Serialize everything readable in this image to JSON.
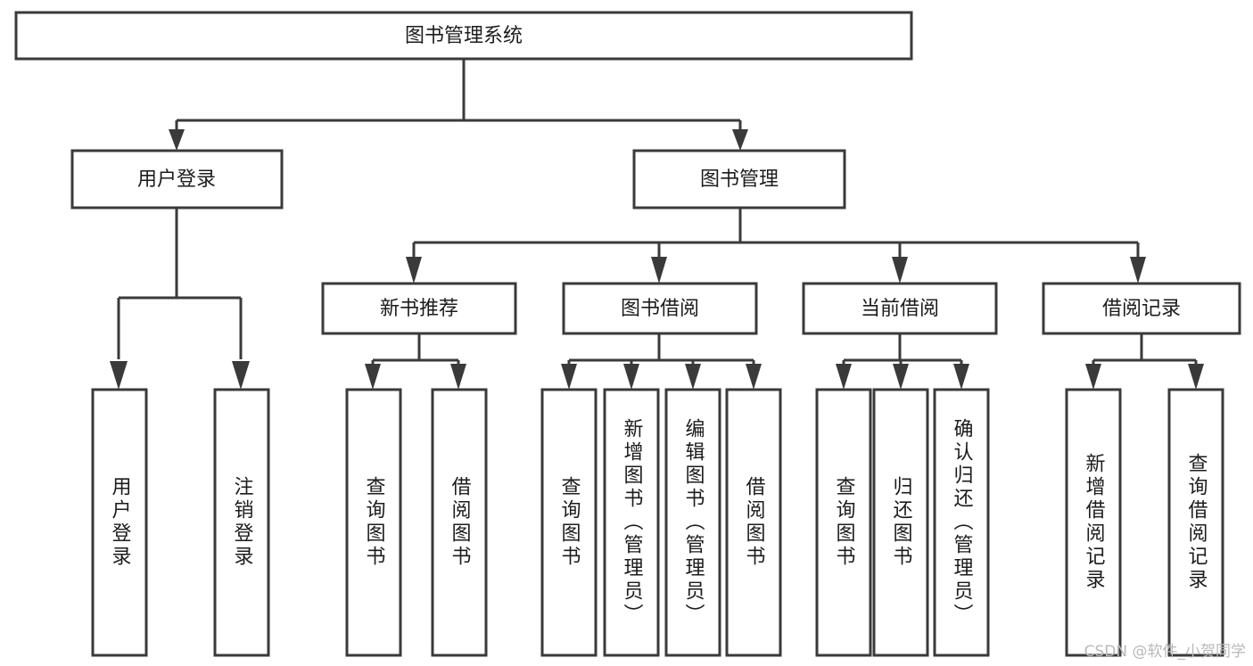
{
  "diagram": {
    "type": "tree",
    "title": "图书管理系统",
    "watermark": "CSDN @软件_小贺同学",
    "colors": {
      "box_stroke": "#3a3a3a",
      "box_fill": "#ffffff",
      "link": "#3a3a3a",
      "text": "#1c1c1c",
      "watermark": "#b9b9b9",
      "background": "#ffffff"
    },
    "levels": {
      "root": {
        "label": "图书管理系统"
      },
      "level2": [
        {
          "label": "用户登录"
        },
        {
          "label": "图书管理"
        }
      ],
      "level3": [
        {
          "label": "新书推荐"
        },
        {
          "label": "图书借阅"
        },
        {
          "label": "当前借阅"
        },
        {
          "label": "借阅记录"
        }
      ],
      "leaves": {
        "user_login": [
          {
            "label": "用户登录"
          },
          {
            "label": "注销登录"
          }
        ],
        "new_book_recommend": [
          {
            "label": "查询图书"
          },
          {
            "label": "借阅图书"
          }
        ],
        "book_borrow": [
          {
            "label": "查询图书"
          },
          {
            "label": "新增图书（管理员）"
          },
          {
            "label": "编辑图书（管理员）"
          },
          {
            "label": "借阅图书"
          }
        ],
        "current_borrow": [
          {
            "label": "查询图书"
          },
          {
            "label": "归还图书"
          },
          {
            "label": "确认归还（管理员）"
          }
        ],
        "borrow_record": [
          {
            "label": "新增借阅记录"
          },
          {
            "label": "查询借阅记录"
          }
        ]
      }
    }
  }
}
